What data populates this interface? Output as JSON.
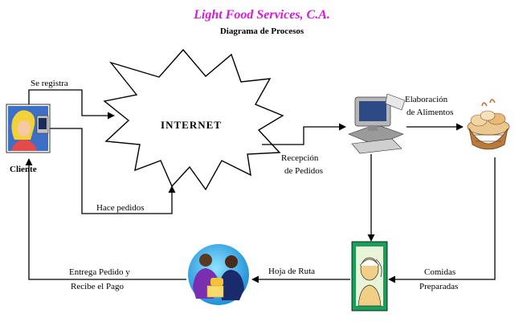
{
  "header": {
    "title": "Light Food Services, C.A.",
    "subtitle": "Diagrama de Procesos"
  },
  "nodes": {
    "cliente": "Cliente",
    "internet": "INTERNET",
    "recepcion": [
      "Recepción",
      "de Pedidos"
    ],
    "elaboracion": [
      "Elaboración",
      "de Alimentos"
    ]
  },
  "edges": {
    "se_registra": "Se registra",
    "hace_pedidos": "Hace pedidos",
    "hoja_de_ruta": "Hoja de Ruta",
    "comidas_preparadas": [
      "Comidas",
      "Preparadas"
    ],
    "entrega_pedido": [
      "Entrega Pedido y",
      "Recibe el Pago"
    ]
  },
  "icons": {
    "client": "person-at-computer-icon",
    "internet": "starburst-shape",
    "reception": "computer-workstation-icon",
    "kitchen": "bread-basket-icon",
    "route": "delivery-person-portrait-icon",
    "delivery": "handshake-meeting-icon"
  },
  "colors": {
    "title": "#d81ad8",
    "line": "#000000"
  }
}
